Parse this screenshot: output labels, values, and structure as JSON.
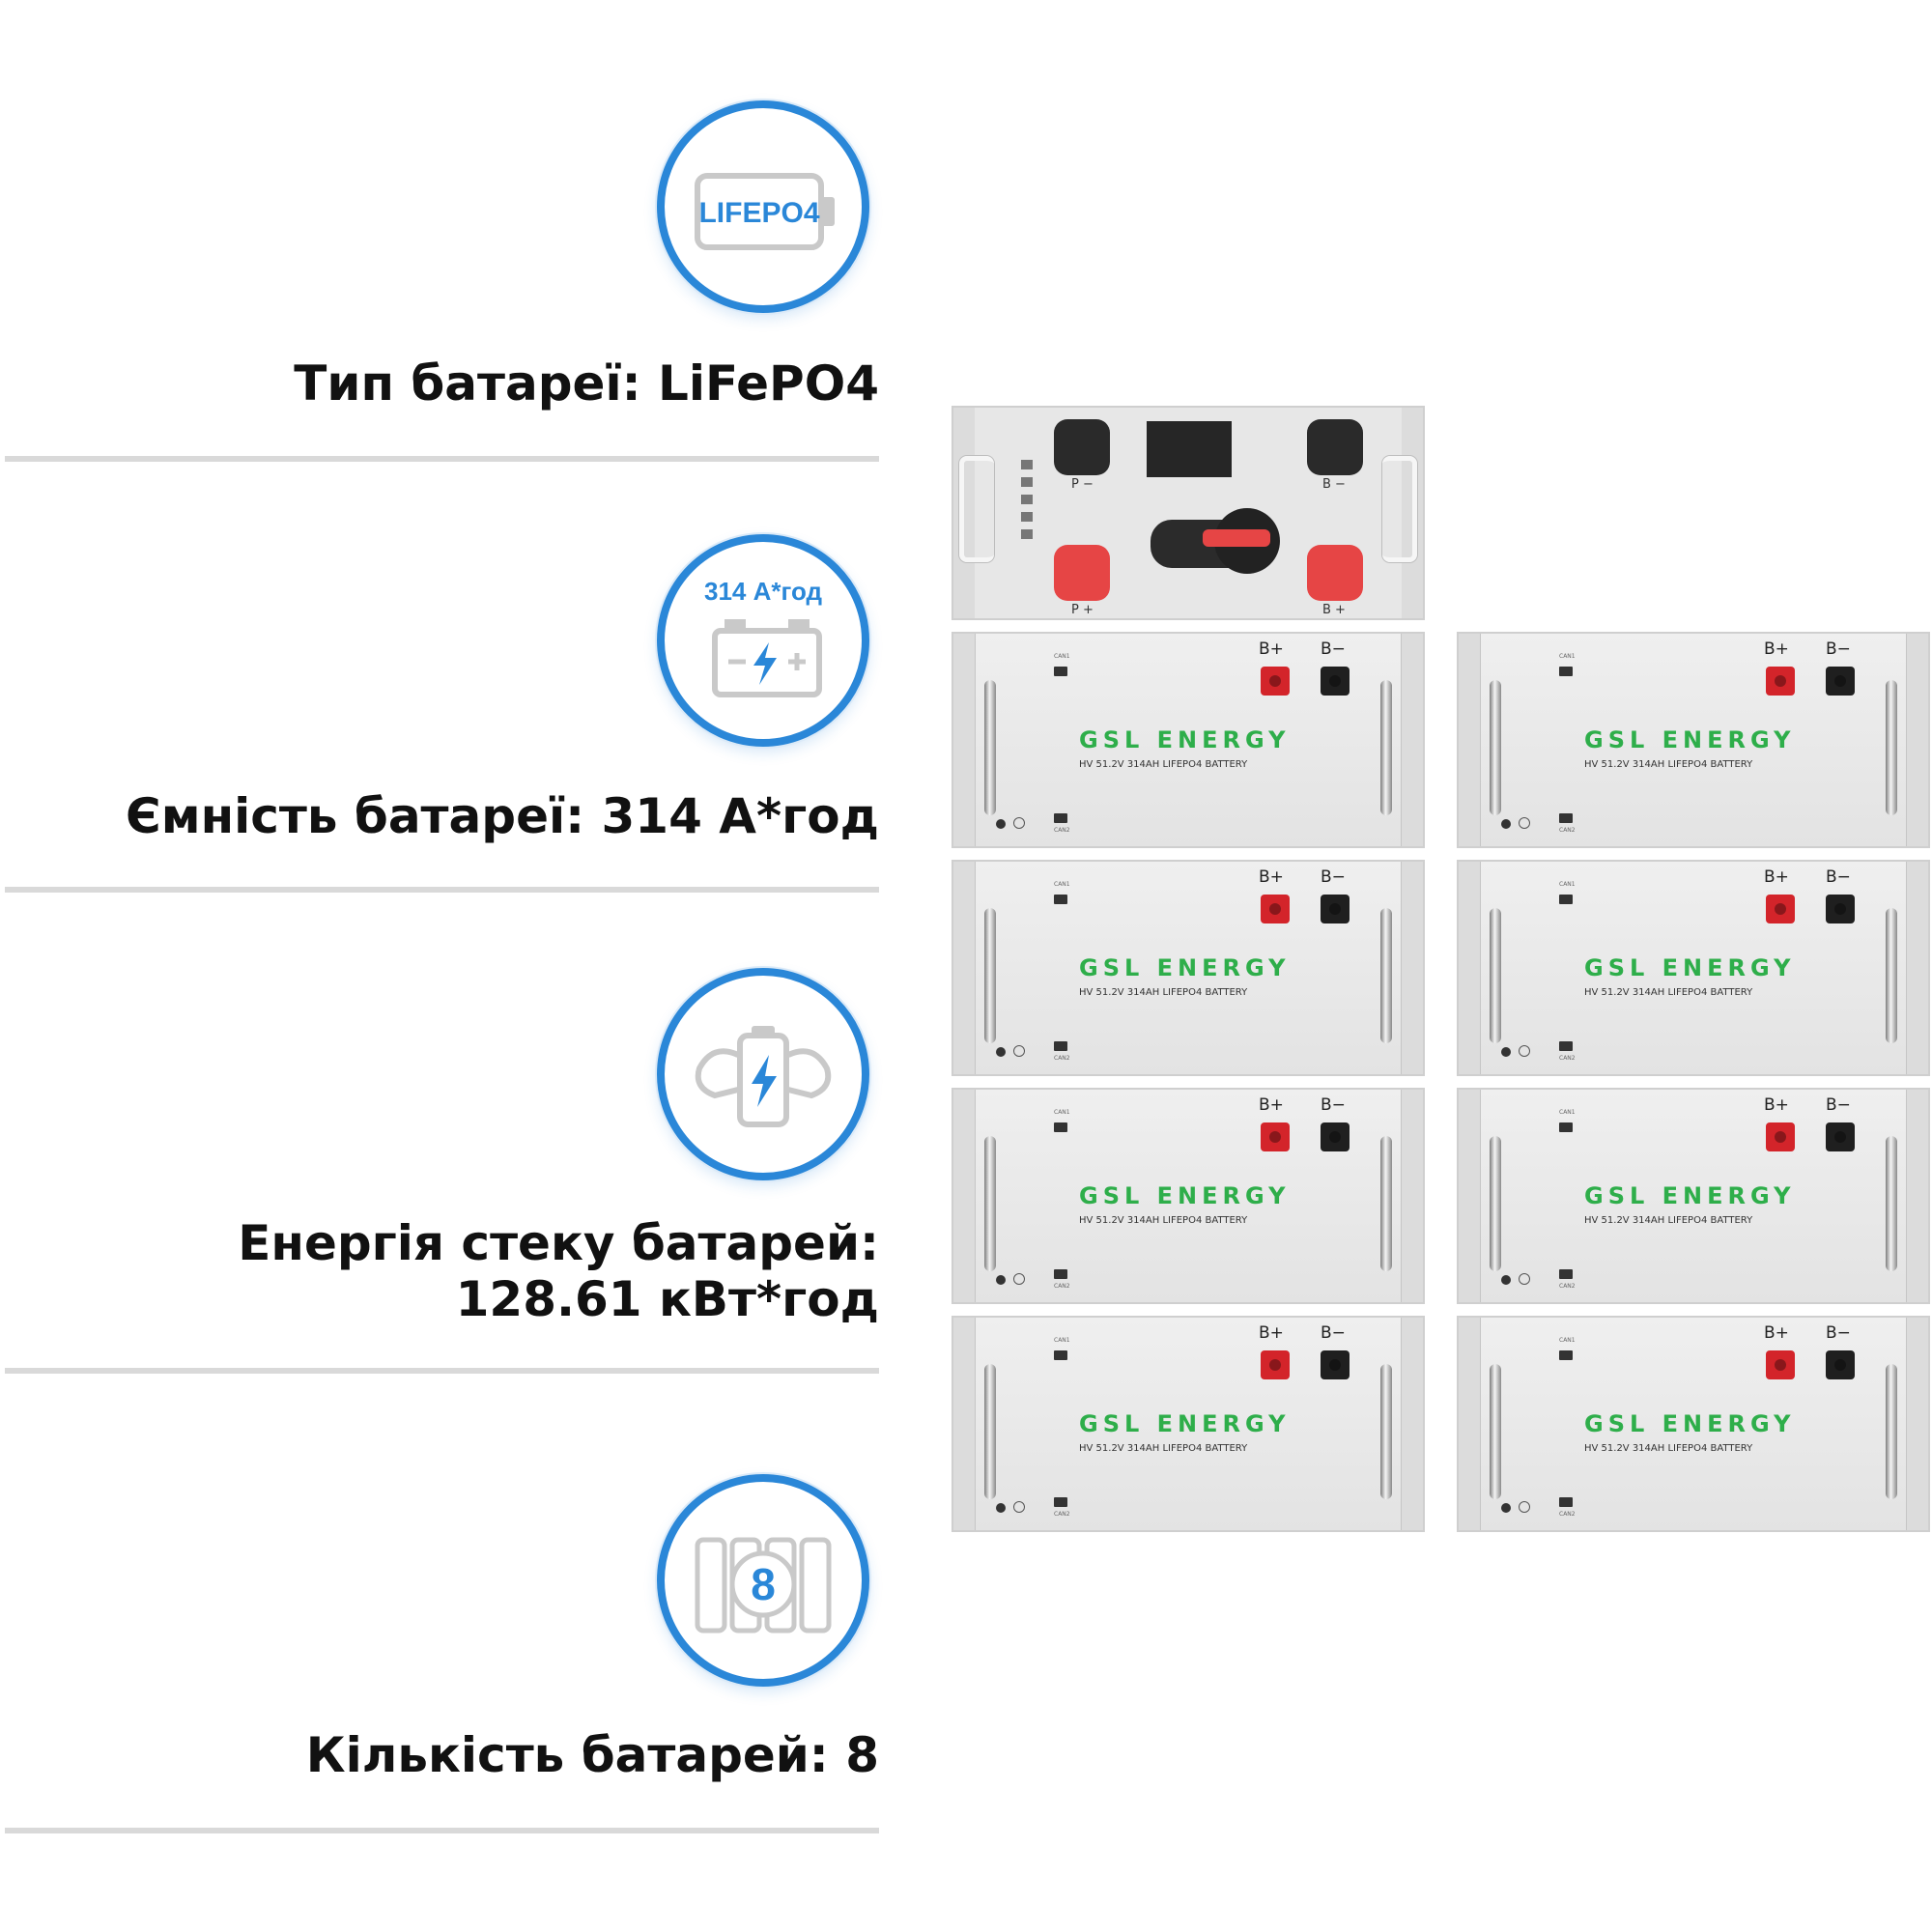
{
  "specs": {
    "battery_type": {
      "label": "Тип батареї: LiFePO4",
      "icon_text": "LIFEPO4",
      "icon": "battery-icon"
    },
    "capacity": {
      "label": "Ємність батареї: 314 А*год",
      "icon_text": "314 А*год",
      "icon": "car-battery-icon"
    },
    "stack_energy": {
      "label_line1": "Енергія стеку батарей:",
      "label_line2": "128.61 кВт*год",
      "icon": "strong-battery-icon"
    },
    "count": {
      "label": "Кількість батарей: 8",
      "icon_text": "8",
      "icon": "battery-cells-icon"
    }
  },
  "colors": {
    "accent_blue": "#2a87d8",
    "brand_green": "#2eae4a",
    "terminal_red": "#d3242a",
    "terminal_black": "#1f1f1f"
  },
  "control_box": {
    "p_minus": "P −",
    "p_plus": "P +",
    "b_minus": "B −",
    "b_plus": "B +"
  },
  "battery_module": {
    "brand": "GSL ENERGY",
    "model": "HV 51.2V 314AH LIFEPO4 BATTERY",
    "pos_label": "B+",
    "neg_label": "B−",
    "port_top": "CAN1",
    "port_bottom": "CAN2"
  }
}
